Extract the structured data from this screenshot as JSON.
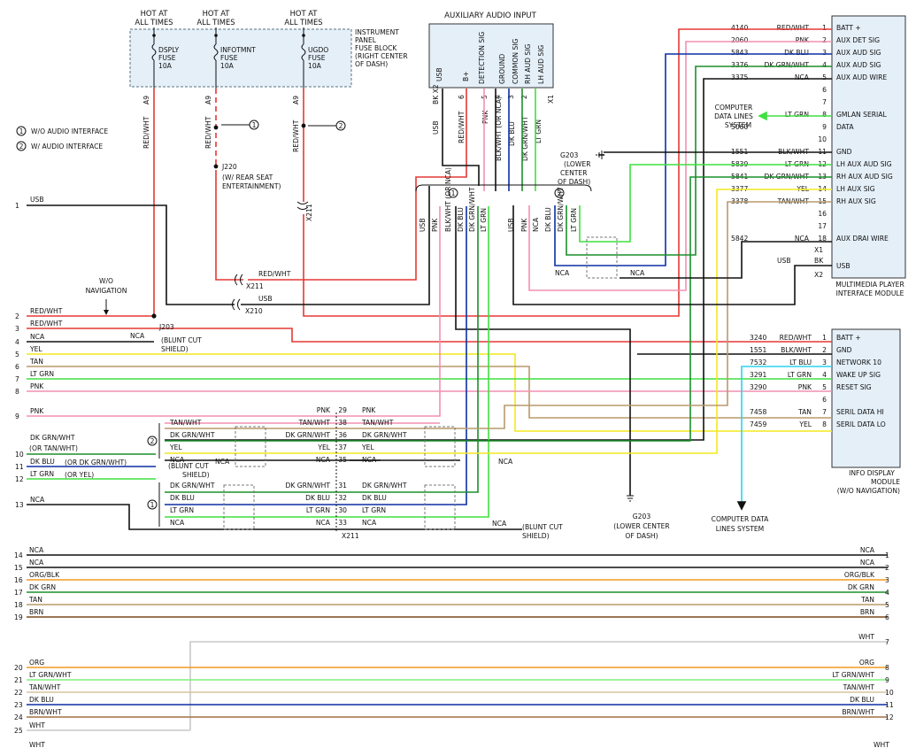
{
  "fuse_block": {
    "hot_labels": [
      "HOT AT",
      "ALL TIMES"
    ],
    "fuses": [
      {
        "name": "DSPLY",
        "sub": "FUSE",
        "amp": "10A",
        "pin": "A9",
        "wire": "RED/WHT"
      },
      {
        "name": "INFOTMNT",
        "sub": "FUSE",
        "amp": "10A",
        "pin": "A9",
        "wire": "RED/WHT"
      },
      {
        "name": "UGDO",
        "sub": "FUSE",
        "amp": "10A",
        "pin": "A9",
        "wire": "RED/WHT"
      }
    ],
    "title_lines": [
      "INSTRUMENT",
      "PANEL",
      "FUSE BLOCK",
      "(RIGHT CENTER",
      "OF DASH)"
    ]
  },
  "legend": [
    {
      "num": "1",
      "text": "W/O AUDIO INTERFACE"
    },
    {
      "num": "2",
      "text": "W/ AUDIO INTERFACE"
    }
  ],
  "aux_input": {
    "title": "AUXILIARY AUDIO INPUT",
    "pins": [
      "USB",
      "B+",
      "DETECTION SIG",
      "GROUND",
      "COMMON SIG",
      "RH AUD SIG",
      "LH AUD SIG"
    ],
    "pin_nums": [
      "BK X2",
      "6",
      "5",
      "4",
      "3",
      "2",
      "X1"
    ],
    "wires": [
      "USB",
      "RED/WHT",
      "PNK",
      "BLK/WHT (OR NCA)",
      "DK BLU",
      "DK GRN/WHT",
      "LT GRN"
    ]
  },
  "mpim": {
    "title_lines": [
      "MULTIMEDIA PLAYER",
      "INTERFACE MODULE"
    ],
    "pins": [
      {
        "circuit": "4140",
        "color": "RED/WHT",
        "pin": "1",
        "label": "BATT +"
      },
      {
        "circuit": "2060",
        "color": "PNK",
        "pin": "2",
        "label": "AUX DET SIG"
      },
      {
        "circuit": "5843",
        "color": "DK BLU",
        "pin": "3",
        "label": "AUX AUD SIG"
      },
      {
        "circuit": "3376",
        "color": "DK GRN/WHT",
        "pin": "4",
        "label": "AUX AUD SIG"
      },
      {
        "circuit": "3375",
        "color": "NCA",
        "pin": "5",
        "label": "AUX AUD WIRE"
      },
      {
        "circuit": "",
        "color": "",
        "pin": "6",
        "label": ""
      },
      {
        "circuit": "",
        "color": "",
        "pin": "7",
        "label": ""
      },
      {
        "circuit": "",
        "color": "LT GRN",
        "pin": "8",
        "label": "GMLAN SERIAL"
      },
      {
        "circuit": "5060",
        "color": "",
        "pin": "9",
        "label": "DATA"
      },
      {
        "circuit": "",
        "color": "",
        "pin": "10",
        "label": ""
      },
      {
        "circuit": "1551",
        "color": "BLK/WHT",
        "pin": "11",
        "label": "GND"
      },
      {
        "circuit": "5839",
        "color": "LT GRN",
        "pin": "12",
        "label": "LH AUX AUD SIG"
      },
      {
        "circuit": "5841",
        "color": "DK GRN/WHT",
        "pin": "13",
        "label": "RH AUX AUD SIG"
      },
      {
        "circuit": "3377",
        "color": "YEL",
        "pin": "14",
        "label": "LH AUX SIG"
      },
      {
        "circuit": "3378",
        "color": "TAN/WHT",
        "pin": "15",
        "label": "RH AUX SIG"
      },
      {
        "circuit": "",
        "color": "",
        "pin": "16",
        "label": ""
      },
      {
        "circuit": "",
        "color": "",
        "pin": "17",
        "label": ""
      },
      {
        "circuit": "5842",
        "color": "NCA",
        "pin": "18",
        "label": "AUX DRAI WIRE"
      }
    ],
    "usb": {
      "x1": "X1",
      "bk": "BK",
      "usb": "USB",
      "x2": "X2"
    }
  },
  "display_module": {
    "title_lines": [
      "INFO DISPLAY",
      "MODULE",
      "(W/O NAVIGATION)"
    ],
    "pins": [
      {
        "circuit": "3240",
        "color": "RED/WHT",
        "pin": "1",
        "label": "BATT +"
      },
      {
        "circuit": "1551",
        "color": "BLK/WHT",
        "pin": "2",
        "label": "GND"
      },
      {
        "circuit": "7532",
        "color": "LT BLU",
        "pin": "3",
        "label": "NETWORK 10"
      },
      {
        "circuit": "3291",
        "color": "LT GRN",
        "pin": "4",
        "label": "WAKE UP SIG"
      },
      {
        "circuit": "3290",
        "color": "PNK",
        "pin": "5",
        "label": "RESET SIG"
      },
      {
        "circuit": "",
        "color": "",
        "pin": "6",
        "label": ""
      },
      {
        "circuit": "7458",
        "color": "TAN",
        "pin": "7",
        "label": "SERIL DATA HI"
      },
      {
        "circuit": "7459",
        "color": "YEL",
        "pin": "8",
        "label": "SERIL DATA LO"
      }
    ]
  },
  "left_wires": [
    {
      "num": "1",
      "label": "USB"
    },
    {
      "num": "2",
      "label": "RED/WHT"
    },
    {
      "num": "3",
      "label": "RED/WHT"
    },
    {
      "num": "4",
      "label": "NCA"
    },
    {
      "num": "5",
      "label": "YEL"
    },
    {
      "num": "6",
      "label": "TAN"
    },
    {
      "num": "7",
      "label": "LT GRN"
    },
    {
      "num": "8",
      "label": "PNK"
    },
    {
      "num": "9",
      "label": "PNK"
    },
    {
      "num": "10",
      "label": "DK GRN/WHT"
    },
    {
      "num": "11",
      "label": "DK BLU"
    },
    {
      "num": "12",
      "label": "LT GRN"
    },
    {
      "num": "13",
      "label": "NCA"
    }
  ],
  "x211_rows": [
    {
      "pin": "29",
      "left": "PNK",
      "right": "PNK"
    },
    {
      "pin": "38",
      "left": "TAN/WHT",
      "right": "TAN/WHT"
    },
    {
      "pin": "36",
      "left": "DK GRN/WHT",
      "right": "DK GRN/WHT"
    },
    {
      "pin": "37",
      "left": "YEL",
      "right": "YEL"
    },
    {
      "pin": "35",
      "left": "NCA",
      "right": "NCA"
    },
    {
      "pin": "31",
      "left": "DK GRN/WHT",
      "right": "DK GRN/WHT"
    },
    {
      "pin": "32",
      "left": "DK BLU",
      "right": "DK BLU"
    },
    {
      "pin": "30",
      "left": "LT GRN",
      "right": "LT GRN"
    },
    {
      "pin": "33",
      "left": "NCA",
      "right": "NCA"
    }
  ],
  "bottom_wires": [
    {
      "left_num": "14",
      "label": "NCA",
      "right_num": "1"
    },
    {
      "left_num": "15",
      "label": "NCA",
      "right_num": "2"
    },
    {
      "left_num": "16",
      "label": "ORG/BLK",
      "right_num": "3"
    },
    {
      "left_num": "17",
      "label": "DK GRN",
      "right_num": "4"
    },
    {
      "left_num": "18",
      "label": "TAN",
      "right_num": "5"
    },
    {
      "left_num": "19",
      "label": "BRN",
      "right_num": "6"
    },
    {
      "left_num": "",
      "label": "WHT",
      "right_num": "7"
    },
    {
      "left_num": "20",
      "label": "ORG",
      "right_num": "8"
    },
    {
      "left_num": "21",
      "label": "LT GRN/WHT",
      "right_num": "9"
    },
    {
      "left_num": "22",
      "label": "TAN/WHT",
      "right_num": "10"
    },
    {
      "left_num": "23",
      "label": "DK BLU",
      "right_num": "11"
    },
    {
      "left_num": "24",
      "label": "BRN/WHT",
      "right_num": "12"
    },
    {
      "left_num": "25",
      "label": "WHT",
      "right_num": ""
    }
  ],
  "labels": {
    "j203": "J203",
    "j220": "J220",
    "j220_note": [
      "(W/ REAR SEAT",
      "ENTERTAINMENT)"
    ],
    "wo_nav": [
      "W/O",
      "NAVIGATION"
    ],
    "blunt_cut_1": [
      "(BLUNT CUT",
      "SHIELD)"
    ],
    "blunt_cut_2": [
      "(BLUNT CUT",
      "SHIELD)"
    ],
    "blunt_cut_3": [
      "(BLUNT CUT",
      "SHIELD)"
    ],
    "or_tan_wht": "(OR TAN/WHT)",
    "or_dk_grn_wht": "(OR DK GRN/WHT)",
    "or_yel": "(OR YEL)",
    "g203_top": [
      "G203",
      "(LOWER",
      "CENTER",
      "OF DASH)"
    ],
    "g203_bottom": [
      "G203",
      "(LOWER CENTER",
      "OF DASH)"
    ],
    "cdls_top": [
      "COMPUTER",
      "DATA LINES",
      "SYSTEM"
    ],
    "cdls_bottom": [
      "COMPUTER DATA",
      "LINES SYSTEM"
    ],
    "x211": "X211",
    "x210": "X210",
    "usb": "USB",
    "nca": "NCA",
    "red_wht": "RED/WHT",
    "bottom_partial_left": "WHT",
    "bottom_partial_right": "WHT"
  },
  "colors": {
    "red": "#e53935",
    "pink": "#f48fb1",
    "dkblue": "#0d2fa3",
    "dkgreen": "#1b8f2a",
    "ltgreen": "#3fe03f",
    "yellow": "#f4e81f",
    "tan": "#b89a6c",
    "ltblue": "#29d3ef",
    "black": "#111111",
    "orange": "#f29a22",
    "brown": "#7a4a1a",
    "white_wire": "#c8c8c8"
  }
}
